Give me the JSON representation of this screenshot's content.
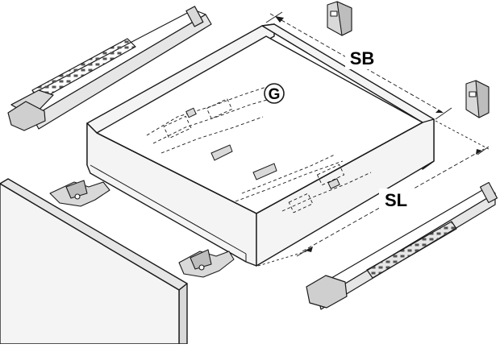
{
  "labels": {
    "width_dimension": "SB",
    "length_dimension": "SL",
    "callout_letter": "G"
  },
  "colors": {
    "line": "#1a1a1a",
    "panel_fill": "#f4f4f4",
    "rail_fill": "#e6e6e6",
    "part_fill": "#d9d9d9",
    "background": "#ffffff"
  },
  "icons": {
    "callout_marker": "circle-outline"
  }
}
